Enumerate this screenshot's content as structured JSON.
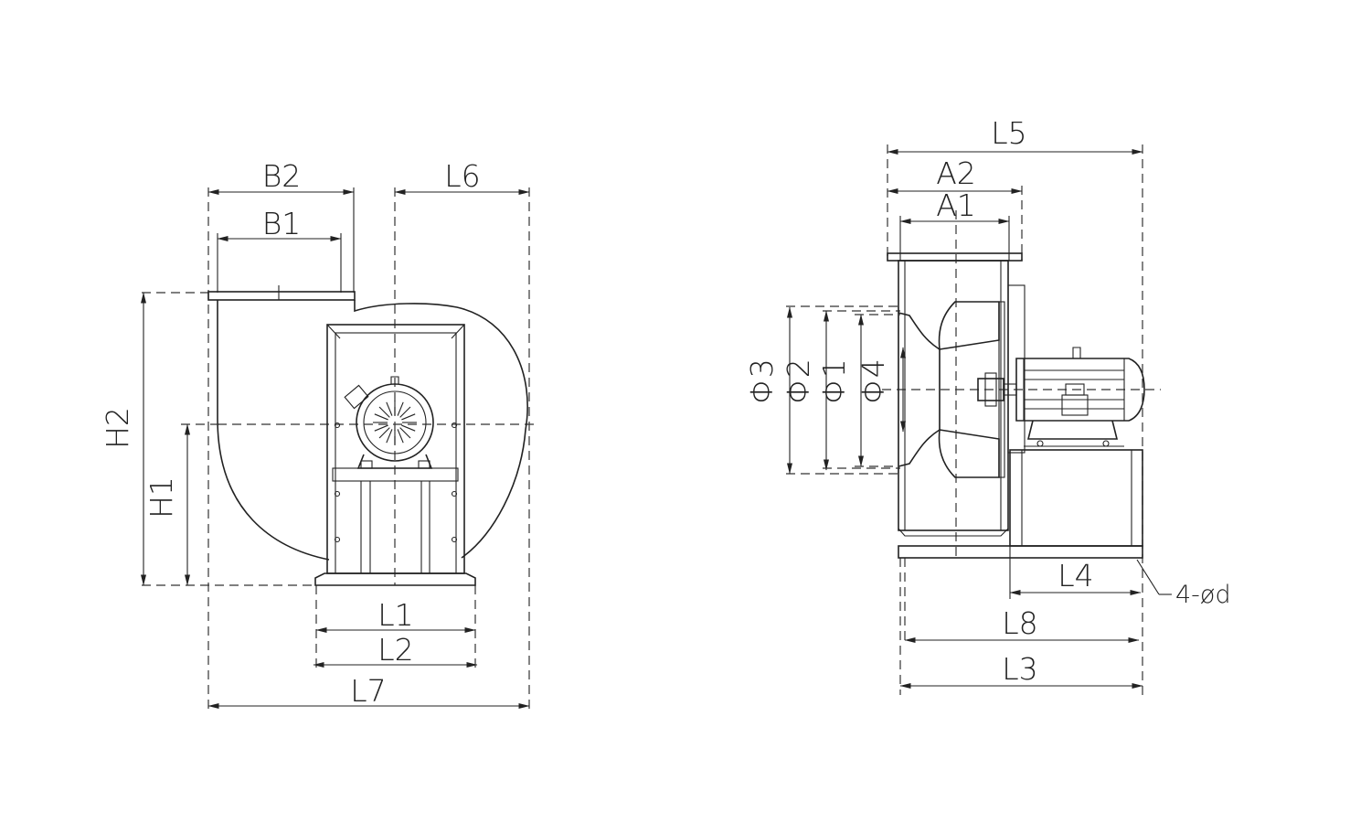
{
  "front_view": {
    "labels": {
      "b2": "B2",
      "b1": "B1",
      "l6": "L6",
      "h2": "H2",
      "h1": "H1",
      "l1": "L1",
      "l2": "L2",
      "l7": "L7"
    }
  },
  "side_view": {
    "labels": {
      "l5": "L5",
      "a2": "A2",
      "a1": "A1",
      "phi3": "Φ3",
      "phi2": "Φ2",
      "phi1": "Φ1",
      "phi4": "Φ4",
      "l4": "L4",
      "holes": "4-ød",
      "l8": "L8",
      "l3": "L3"
    }
  }
}
